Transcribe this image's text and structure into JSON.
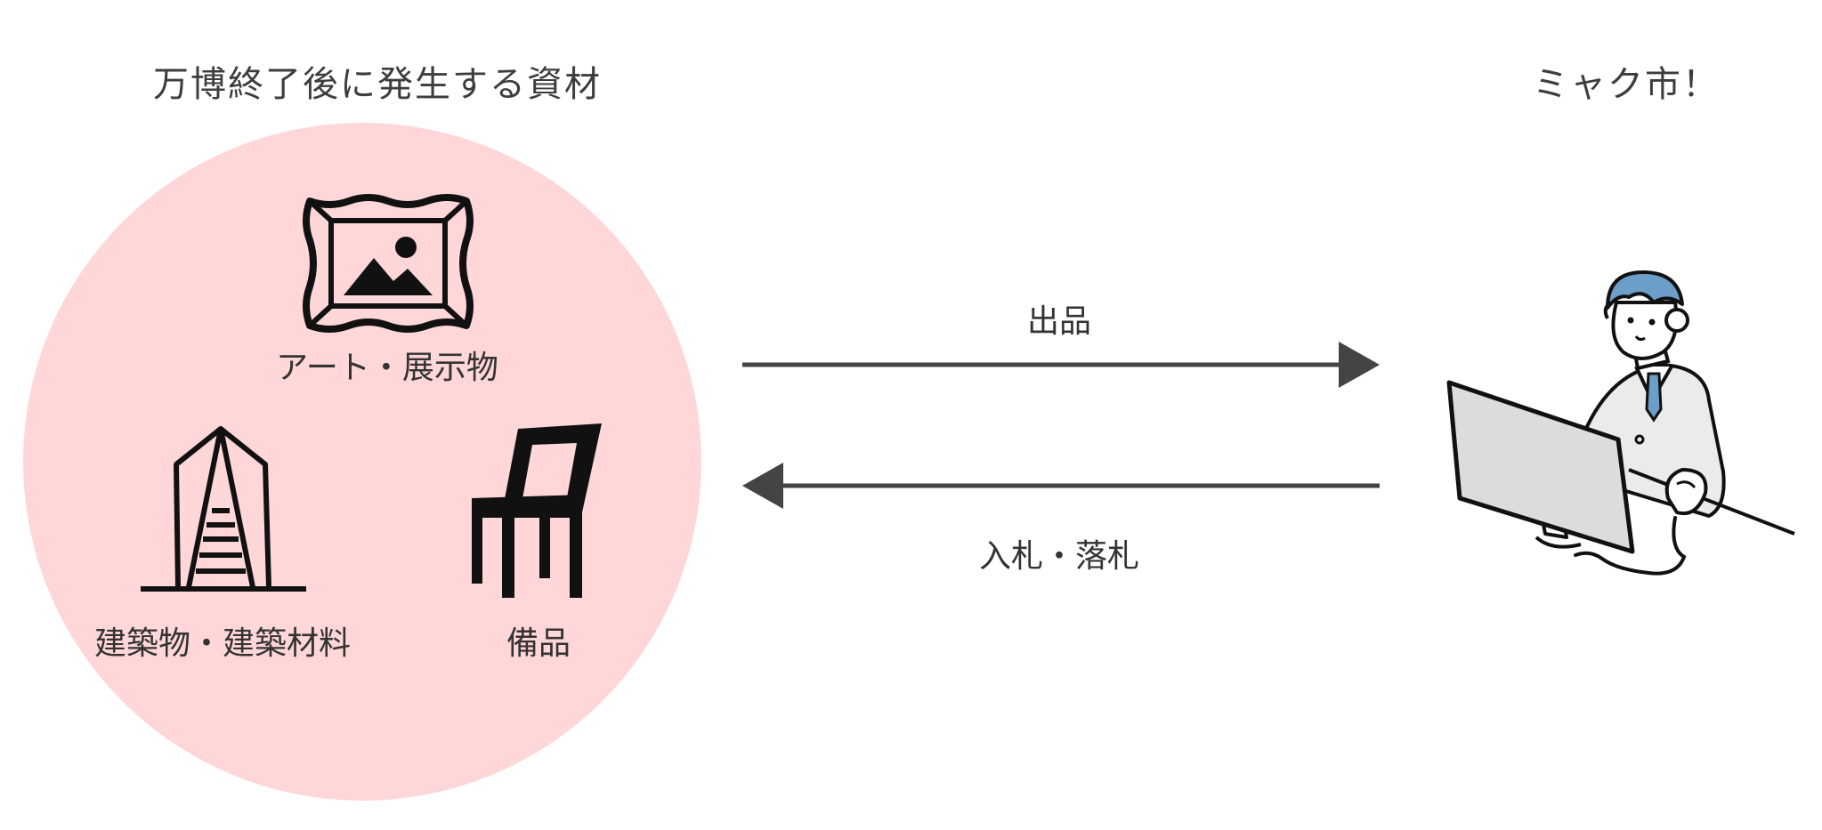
{
  "left_title": "万博終了後に発生する資材",
  "right_title": "ミャク市！",
  "items": {
    "art": "アート・展示物",
    "building": "建築物・建築材料",
    "equipment": "備品"
  },
  "flows": {
    "listing": "出品",
    "bidding": "入札・落札"
  },
  "colors": {
    "circle_fill": "#ffd7d8",
    "arrow": "#444444",
    "icon": "#111111",
    "person_hair": "#6b9ec8",
    "monitor_screen": "#dcdcdc",
    "suit": "#ebebeb"
  }
}
